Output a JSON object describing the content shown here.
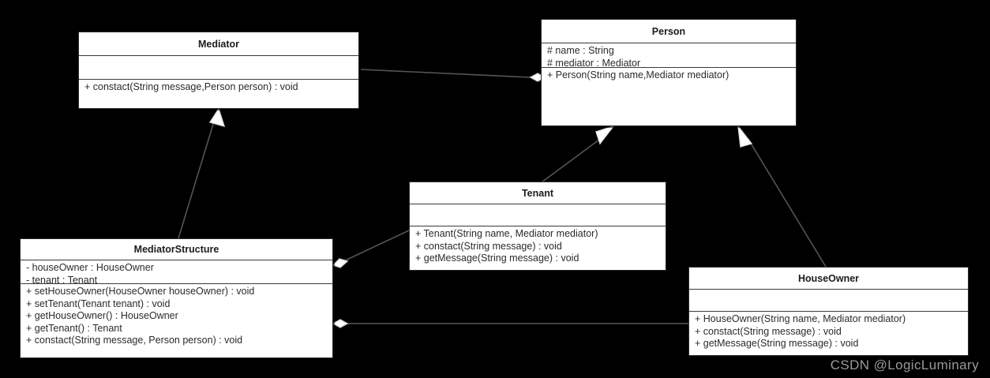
{
  "diagram": {
    "title": "Mediator Pattern Class Diagram",
    "background_color": "#000000",
    "box_fill_color": "#ffffff",
    "box_border_color": "#2b2b2b",
    "text_color": "#2b2b2b",
    "connector_color": "#555555"
  },
  "classes": {
    "mediator": {
      "name": "Mediator",
      "attributes": [],
      "operations": [
        "+ constact(String message,Person person) : void"
      ]
    },
    "person": {
      "name": "Person",
      "attributes": [
        "# name : String",
        "# mediator : Mediator"
      ],
      "operations": [
        "+ Person(String name,Mediator mediator)"
      ]
    },
    "mediator_structure": {
      "name": "MediatorStructure",
      "attributes": [
        "- houseOwner : HouseOwner",
        "- tenant : Tenant"
      ],
      "operations": [
        "+ setHouseOwner(HouseOwner houseOwner) : void",
        "+ setTenant(Tenant tenant) : void",
        "+ getHouseOwner() : HouseOwner",
        "+ getTenant() : Tenant",
        "+ constact(String message, Person person) : void"
      ]
    },
    "tenant": {
      "name": "Tenant",
      "attributes": [],
      "operations": [
        "+ Tenant(String name, Mediator mediator)",
        "+ constact(String message) : void",
        "+ getMessage(String message) : void"
      ]
    },
    "house_owner": {
      "name": "HouseOwner",
      "attributes": [],
      "operations": [
        "+ HouseOwner(String name, Mediator mediator)",
        "+ constact(String message) : void",
        "+ getMessage(String message) : void"
      ]
    }
  },
  "relationships": [
    {
      "id": "mediator-person-aggregation",
      "type": "aggregation",
      "from": "Mediator",
      "to": "Person"
    },
    {
      "id": "mediatorstructure-mediator-generalization",
      "type": "generalization",
      "from": "MediatorStructure",
      "to": "Mediator"
    },
    {
      "id": "tenant-person-generalization",
      "type": "generalization",
      "from": "Tenant",
      "to": "Person"
    },
    {
      "id": "houseowner-person-generalization",
      "type": "generalization",
      "from": "HouseOwner",
      "to": "Person"
    },
    {
      "id": "mediatorstructure-tenant-aggregation",
      "type": "aggregation",
      "from": "MediatorStructure",
      "to": "Tenant"
    },
    {
      "id": "mediatorstructure-houseowner-aggregation",
      "type": "aggregation",
      "from": "MediatorStructure",
      "to": "HouseOwner"
    }
  ],
  "watermark": {
    "text": "CSDN @LogicLuminary"
  }
}
